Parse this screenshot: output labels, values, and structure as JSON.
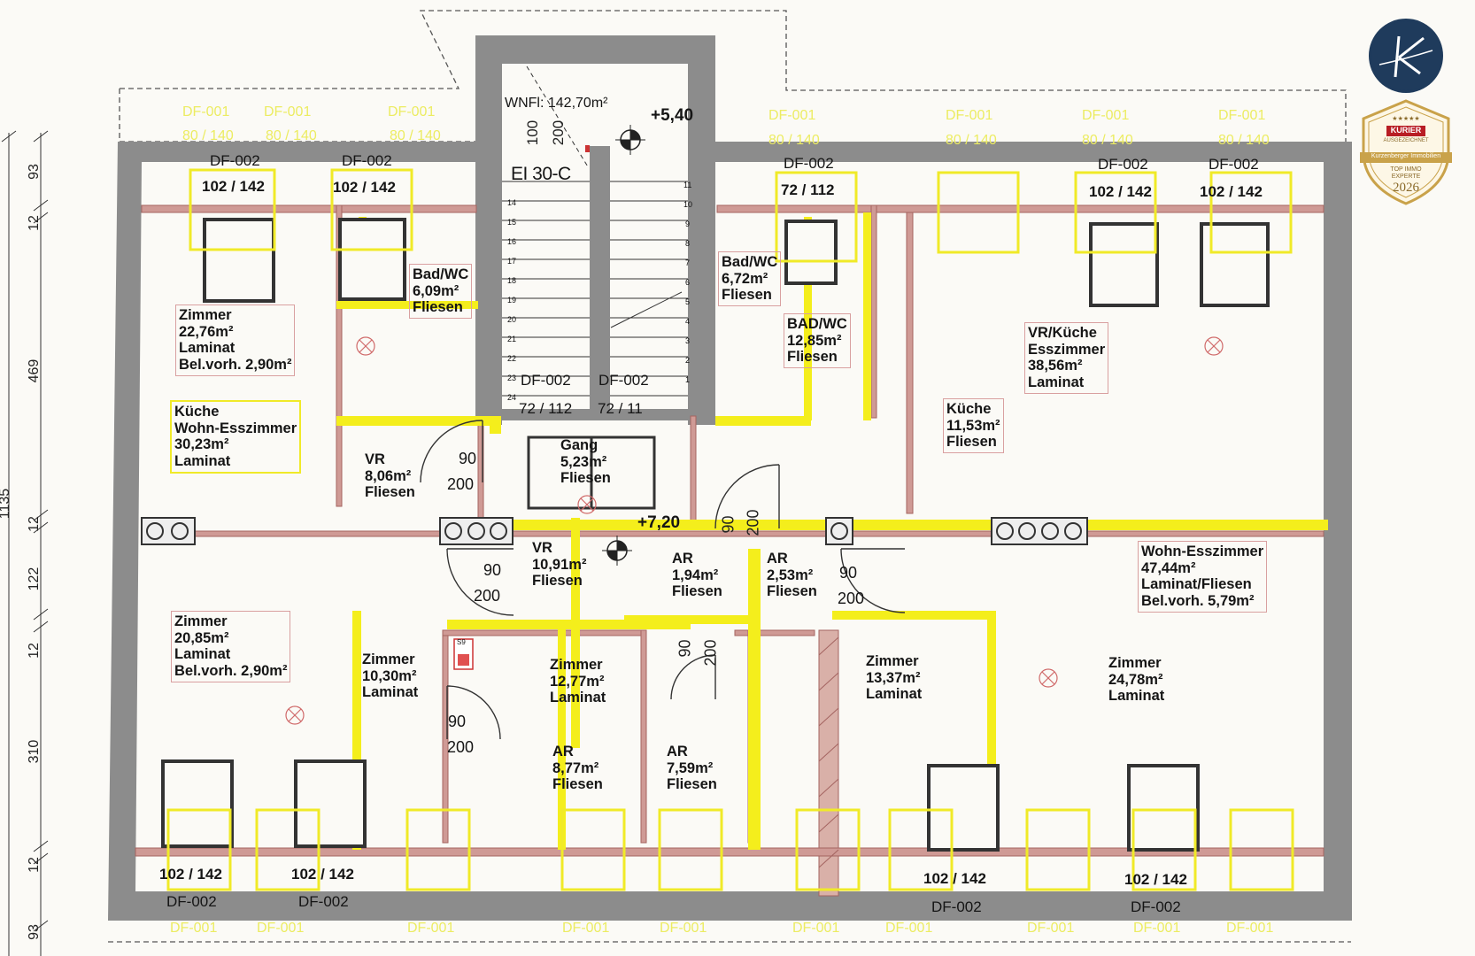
{
  "floor_plan": {
    "stair": {
      "wnfl_label": "WNFl: 142,70m²",
      "level_top": "+5,40",
      "fire_class": "EI 30-C",
      "door_w": "100",
      "door_h": "200",
      "level_mid": "+7,20",
      "steps_left": [
        "14",
        "15",
        "16",
        "17",
        "18",
        "19",
        "20",
        "21",
        "22",
        "23",
        "24"
      ],
      "steps_right": [
        "11",
        "10",
        "9",
        "8",
        "7",
        "6",
        "5",
        "4",
        "3",
        "2",
        "1"
      ],
      "win_top_left": "DF-002",
      "win_top_right": "DF-002",
      "win_size_left": "72 / 112",
      "win_size_right": "72 / 11"
    },
    "rooms": {
      "zimmer_nw": {
        "name": "Zimmer",
        "area": "22,76m²",
        "floor": "Laminat",
        "extra": "Bel.vorh. 2,90m²"
      },
      "kueche_w": {
        "name": "Küche",
        "name2": "Wohn-Esszimmer",
        "area": "30,23m²",
        "floor": "Laminat"
      },
      "bad_wc_1": {
        "name": "Bad/WC",
        "area": "6,09m²",
        "floor": "Fliesen"
      },
      "vr_1": {
        "name": "VR",
        "area": "8,06m²",
        "floor": "Fliesen"
      },
      "gang": {
        "name": "Gang",
        "area": "5,23m²",
        "floor": "Fliesen"
      },
      "bad_wc_2": {
        "name": "Bad/WC",
        "area": "6,72m²",
        "floor": "Fliesen"
      },
      "bad_wc_3": {
        "name": "BAD/WC",
        "area": "12,85m²",
        "floor": "Fliesen"
      },
      "vr_kueche": {
        "name": "VR/Küche",
        "name2": "Esszimmer",
        "area": "38,56m²",
        "floor": "Laminat"
      },
      "kueche_e": {
        "name": "Küche",
        "area": "11,53m²",
        "floor": "Fliesen"
      },
      "vr_2": {
        "name": "VR",
        "area": "10,91m²",
        "floor": "Fliesen"
      },
      "ar_1": {
        "name": "AR",
        "area": "1,94m²",
        "floor": "Fliesen"
      },
      "ar_2": {
        "name": "AR",
        "area": "2,53m²",
        "floor": "Fliesen"
      },
      "wohn_ess": {
        "name": "Wohn-Esszimmer",
        "area": "47,44m²",
        "floor": "Laminat/Fliesen",
        "extra": "Bel.vorh. 5,79m²"
      },
      "zimmer_sw": {
        "name": "Zimmer",
        "area": "20,85m²",
        "floor": "Laminat",
        "extra": "Bel.vorh. 2,90m²"
      },
      "zimmer_s1": {
        "name": "Zimmer",
        "area": "10,30m²",
        "floor": "Laminat"
      },
      "zimmer_s2": {
        "name": "Zimmer",
        "area": "12,77m²",
        "floor": "Laminat"
      },
      "ar_3": {
        "name": "AR",
        "area": "8,77m²",
        "floor": "Fliesen"
      },
      "ar_4": {
        "name": "AR",
        "area": "7,59m²",
        "floor": "Fliesen"
      },
      "zimmer_s3": {
        "name": "Zimmer",
        "area": "13,37m²",
        "floor": "Laminat"
      },
      "zimmer_se": {
        "name": "Zimmer",
        "area": "24,78m²",
        "floor": "Laminat"
      }
    },
    "windows": {
      "top_code": "DF-002",
      "top_size": "102 / 142",
      "bad_code": "DF-002",
      "bad_size": "72 / 112",
      "bottom_code": "DF-002",
      "bottom_size": "102 / 142",
      "outer_code": "DF-001",
      "outer_size": "80 / 140"
    },
    "doors": {
      "width": "90",
      "height": "200"
    },
    "dimensions": [
      "93",
      "12",
      "469",
      "12",
      "122",
      "12",
      "310",
      "12",
      "93"
    ],
    "dimension_total": "1135",
    "riser_label": "S9"
  },
  "badge": {
    "brand": "KURIER",
    "line1": "AUSGEZEICHNET",
    "line2": "Kurzenberger Immobilien",
    "line3": "TOP IMMO",
    "line4": "EXPERTE",
    "year": "2026"
  },
  "colors": {
    "wall_gray": "#8a8a8a",
    "wall_pink": "#c98a86",
    "yellow": "#f5ef1a",
    "logo_navy": "#1f3b5c",
    "badge_gold": "#c9a24a"
  }
}
